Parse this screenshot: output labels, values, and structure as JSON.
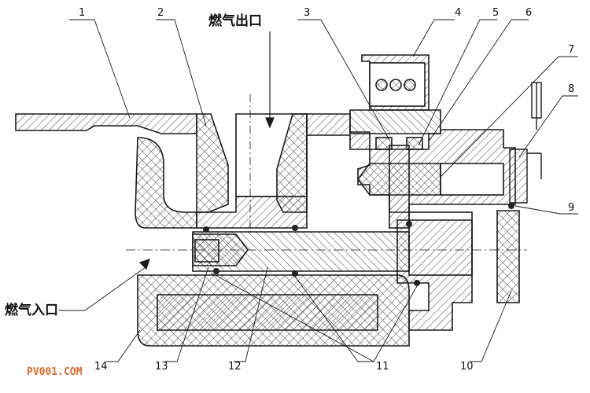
{
  "diagram": {
    "title_outlet": "燃气出口",
    "title_inlet": "燃气入口",
    "watermark": "PV001.COM",
    "part_numbers": [
      "1",
      "2",
      "3",
      "4",
      "5",
      "6",
      "7",
      "8",
      "9",
      "10",
      "11",
      "12",
      "13",
      "14"
    ],
    "colors": {
      "line": "#1a1a1a",
      "hatch": "#444444",
      "watermark": "#e06a2a"
    }
  }
}
